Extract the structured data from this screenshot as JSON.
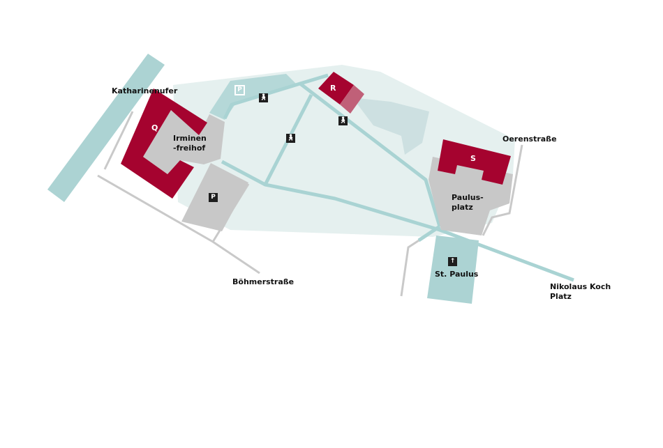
{
  "labels": {
    "katharinenufer": "Katharinenufer",
    "irminenfreihof": "Irminen\n-freihof",
    "boehmerstrasse": "Böhmerstraße",
    "oerenstrasse": "Oerenstraße",
    "paulusplatz": "Paulus-\nplatz",
    "st_paulus": "St. Paulus",
    "nikolaus_koch_platz": "Nikolaus Koch\nPlatz"
  },
  "buildings": {
    "q": "Q",
    "r": "R",
    "s": "S"
  },
  "icons": {
    "parking": "P",
    "parking_outline": "P"
  },
  "colors": {
    "building": "#a5032f",
    "park": "#e5f0ef",
    "water": "#acd3d3",
    "square": "#c8c8c8"
  }
}
